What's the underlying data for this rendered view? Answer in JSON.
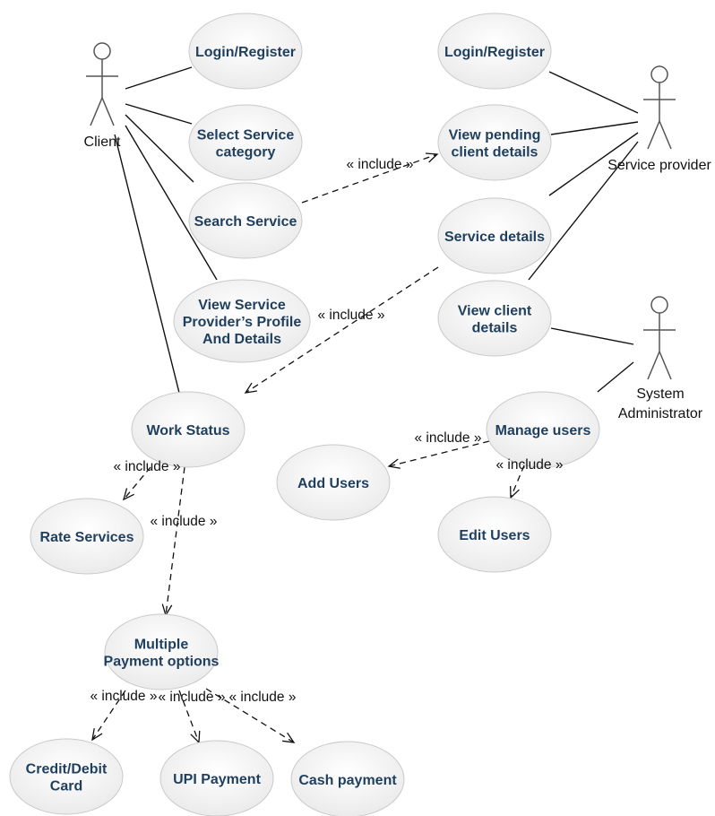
{
  "diagram": {
    "type": "use-case",
    "actors": {
      "client": "Client",
      "service_provider": "Service provider",
      "system_admin": [
        "System",
        "Administrator"
      ]
    },
    "use_cases": {
      "uc_login_client": [
        "Login/Register"
      ],
      "uc_select_category": [
        "Select Service",
        "category"
      ],
      "uc_search_service": [
        "Search Service"
      ],
      "uc_view_sp_profile": [
        "View Service",
        "Provider’s Profile",
        "And Details"
      ],
      "uc_login_sp": [
        "Login/Register"
      ],
      "uc_view_pending": [
        "View pending",
        "client details"
      ],
      "uc_service_details": [
        "Service details"
      ],
      "uc_view_client": [
        "View client",
        "details"
      ],
      "uc_work_status": [
        "Work Status"
      ],
      "uc_manage_users": [
        "Manage users"
      ],
      "uc_add_users": [
        "Add Users"
      ],
      "uc_edit_users": [
        "Edit Users"
      ],
      "uc_rate_services": [
        "Rate Services"
      ],
      "uc_multiple_payment": [
        "Multiple",
        "Payment options"
      ],
      "uc_credit_debit": [
        "Credit/Debit",
        "Card"
      ],
      "uc_upi": [
        "UPI Payment"
      ],
      "uc_cash": [
        "Cash payment"
      ]
    },
    "include_label": "« include »",
    "relationships": [
      {
        "kind": "association",
        "from": "client",
        "to": "uc_login_client"
      },
      {
        "kind": "association",
        "from": "client",
        "to": "uc_select_category"
      },
      {
        "kind": "association",
        "from": "client",
        "to": "uc_search_service"
      },
      {
        "kind": "association",
        "from": "client",
        "to": "uc_view_sp_profile"
      },
      {
        "kind": "association",
        "from": "client",
        "to": "uc_work_status"
      },
      {
        "kind": "association",
        "from": "service_provider",
        "to": "uc_login_sp"
      },
      {
        "kind": "association",
        "from": "service_provider",
        "to": "uc_view_pending"
      },
      {
        "kind": "association",
        "from": "service_provider",
        "to": "uc_service_details"
      },
      {
        "kind": "association",
        "from": "service_provider",
        "to": "uc_view_client"
      },
      {
        "kind": "association",
        "from": "system_admin",
        "to": "uc_view_client"
      },
      {
        "kind": "association",
        "from": "system_admin",
        "to": "uc_manage_users"
      },
      {
        "kind": "include",
        "from": "uc_search_service",
        "to": "uc_view_pending"
      },
      {
        "kind": "include",
        "from": "uc_service_details",
        "to": "uc_work_status"
      },
      {
        "kind": "include",
        "from": "uc_work_status",
        "to": "uc_rate_services"
      },
      {
        "kind": "include",
        "from": "uc_work_status",
        "to": "uc_multiple_payment"
      },
      {
        "kind": "include",
        "from": "uc_manage_users",
        "to": "uc_add_users"
      },
      {
        "kind": "include",
        "from": "uc_manage_users",
        "to": "uc_edit_users"
      },
      {
        "kind": "include",
        "from": "uc_multiple_payment",
        "to": "uc_credit_debit"
      },
      {
        "kind": "include",
        "from": "uc_multiple_payment",
        "to": "uc_upi"
      },
      {
        "kind": "include",
        "from": "uc_multiple_payment",
        "to": "uc_cash"
      }
    ]
  }
}
